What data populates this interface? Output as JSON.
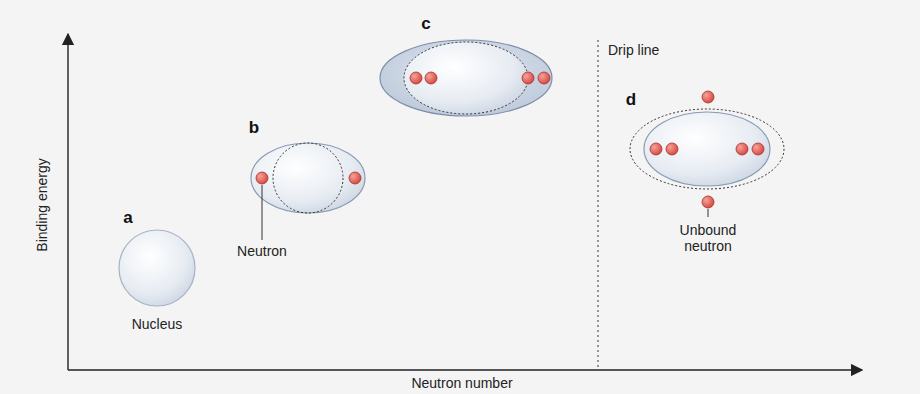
{
  "diagram": {
    "labels": [
      "Binding energy",
      "Neutron number",
      "Drip line",
      "a",
      "Nucleus",
      "b",
      "Neutron",
      "c",
      "d",
      "Unbound neutron"
    ]
  }
}
